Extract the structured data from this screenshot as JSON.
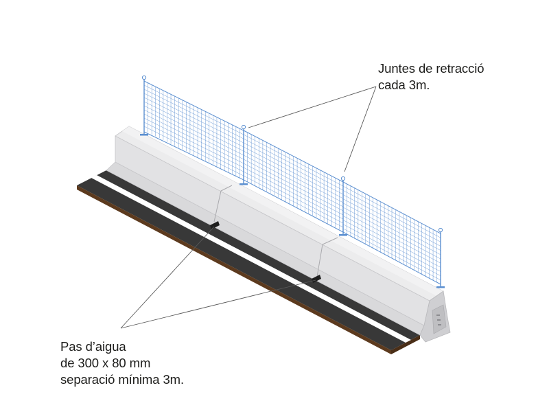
{
  "annotations": {
    "shrinkage_joints": {
      "line1": "Juntes de retracció",
      "line2": "cada 3m."
    },
    "water_passage": {
      "line1": "Pas d’aigua",
      "line2": "de 300 x 80 mm",
      "line3": "separació mínima 3m."
    }
  },
  "colors": {
    "concrete_top": "#e9e9ea",
    "concrete_face": "#dcdcde",
    "concrete_edge": "#c4c4c7",
    "fence_wire": "#5b8fd0",
    "asphalt": "#3a3a3a",
    "asphalt_side": "#5c3a1e",
    "road_marking": "#ffffff",
    "leader_line": "#555555"
  },
  "icons": {
    "barrier_segments": 3,
    "fence_panels": 3,
    "end_plate": "base-plate-with-bolts"
  }
}
